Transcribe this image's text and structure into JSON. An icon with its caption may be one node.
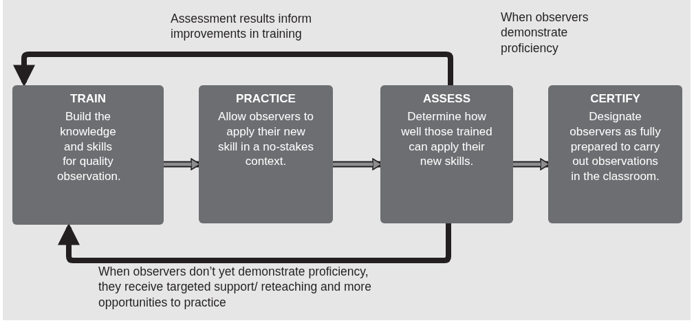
{
  "diagram": {
    "nodes": [
      {
        "text": [
          "TRAIN",
          "Build the knowledge and skills for quality observation."
        ]
      },
      {
        "text": [
          "PRACTICE",
          "Allow observers to apply their new skill in a no-stakes context."
        ]
      },
      {
        "text": [
          "ASSESS",
          "Determine how well those trained can apply their new skills."
        ]
      },
      {
        "text": [
          "CERTIFY",
          "Designate observers as fully prepared to carry out observations in the classroom."
        ]
      }
    ],
    "edges": [
      {
        "from": 0,
        "to": 1,
        "arrow": "to"
      },
      {
        "from": 1,
        "to": 2,
        "arrow": "to"
      },
      {
        "from": 2,
        "to": 3,
        "arrow": "to"
      },
      {
        "from": 2,
        "to": 0,
        "arrow": "to",
        "color": "#231f20",
        "label": "Assessment results inform improvements in training"
      },
      {
        "from": 2,
        "to": 0,
        "arrow": "to",
        "color": "#231f20",
        "label": "When observers don’t yet demonstrate proficiency, they receive targeted support/ reteaching and more opportunities to practice"
      }
    ],
    "labels": [
      "When observers demonstrate proficiency"
    ]
  }
}
